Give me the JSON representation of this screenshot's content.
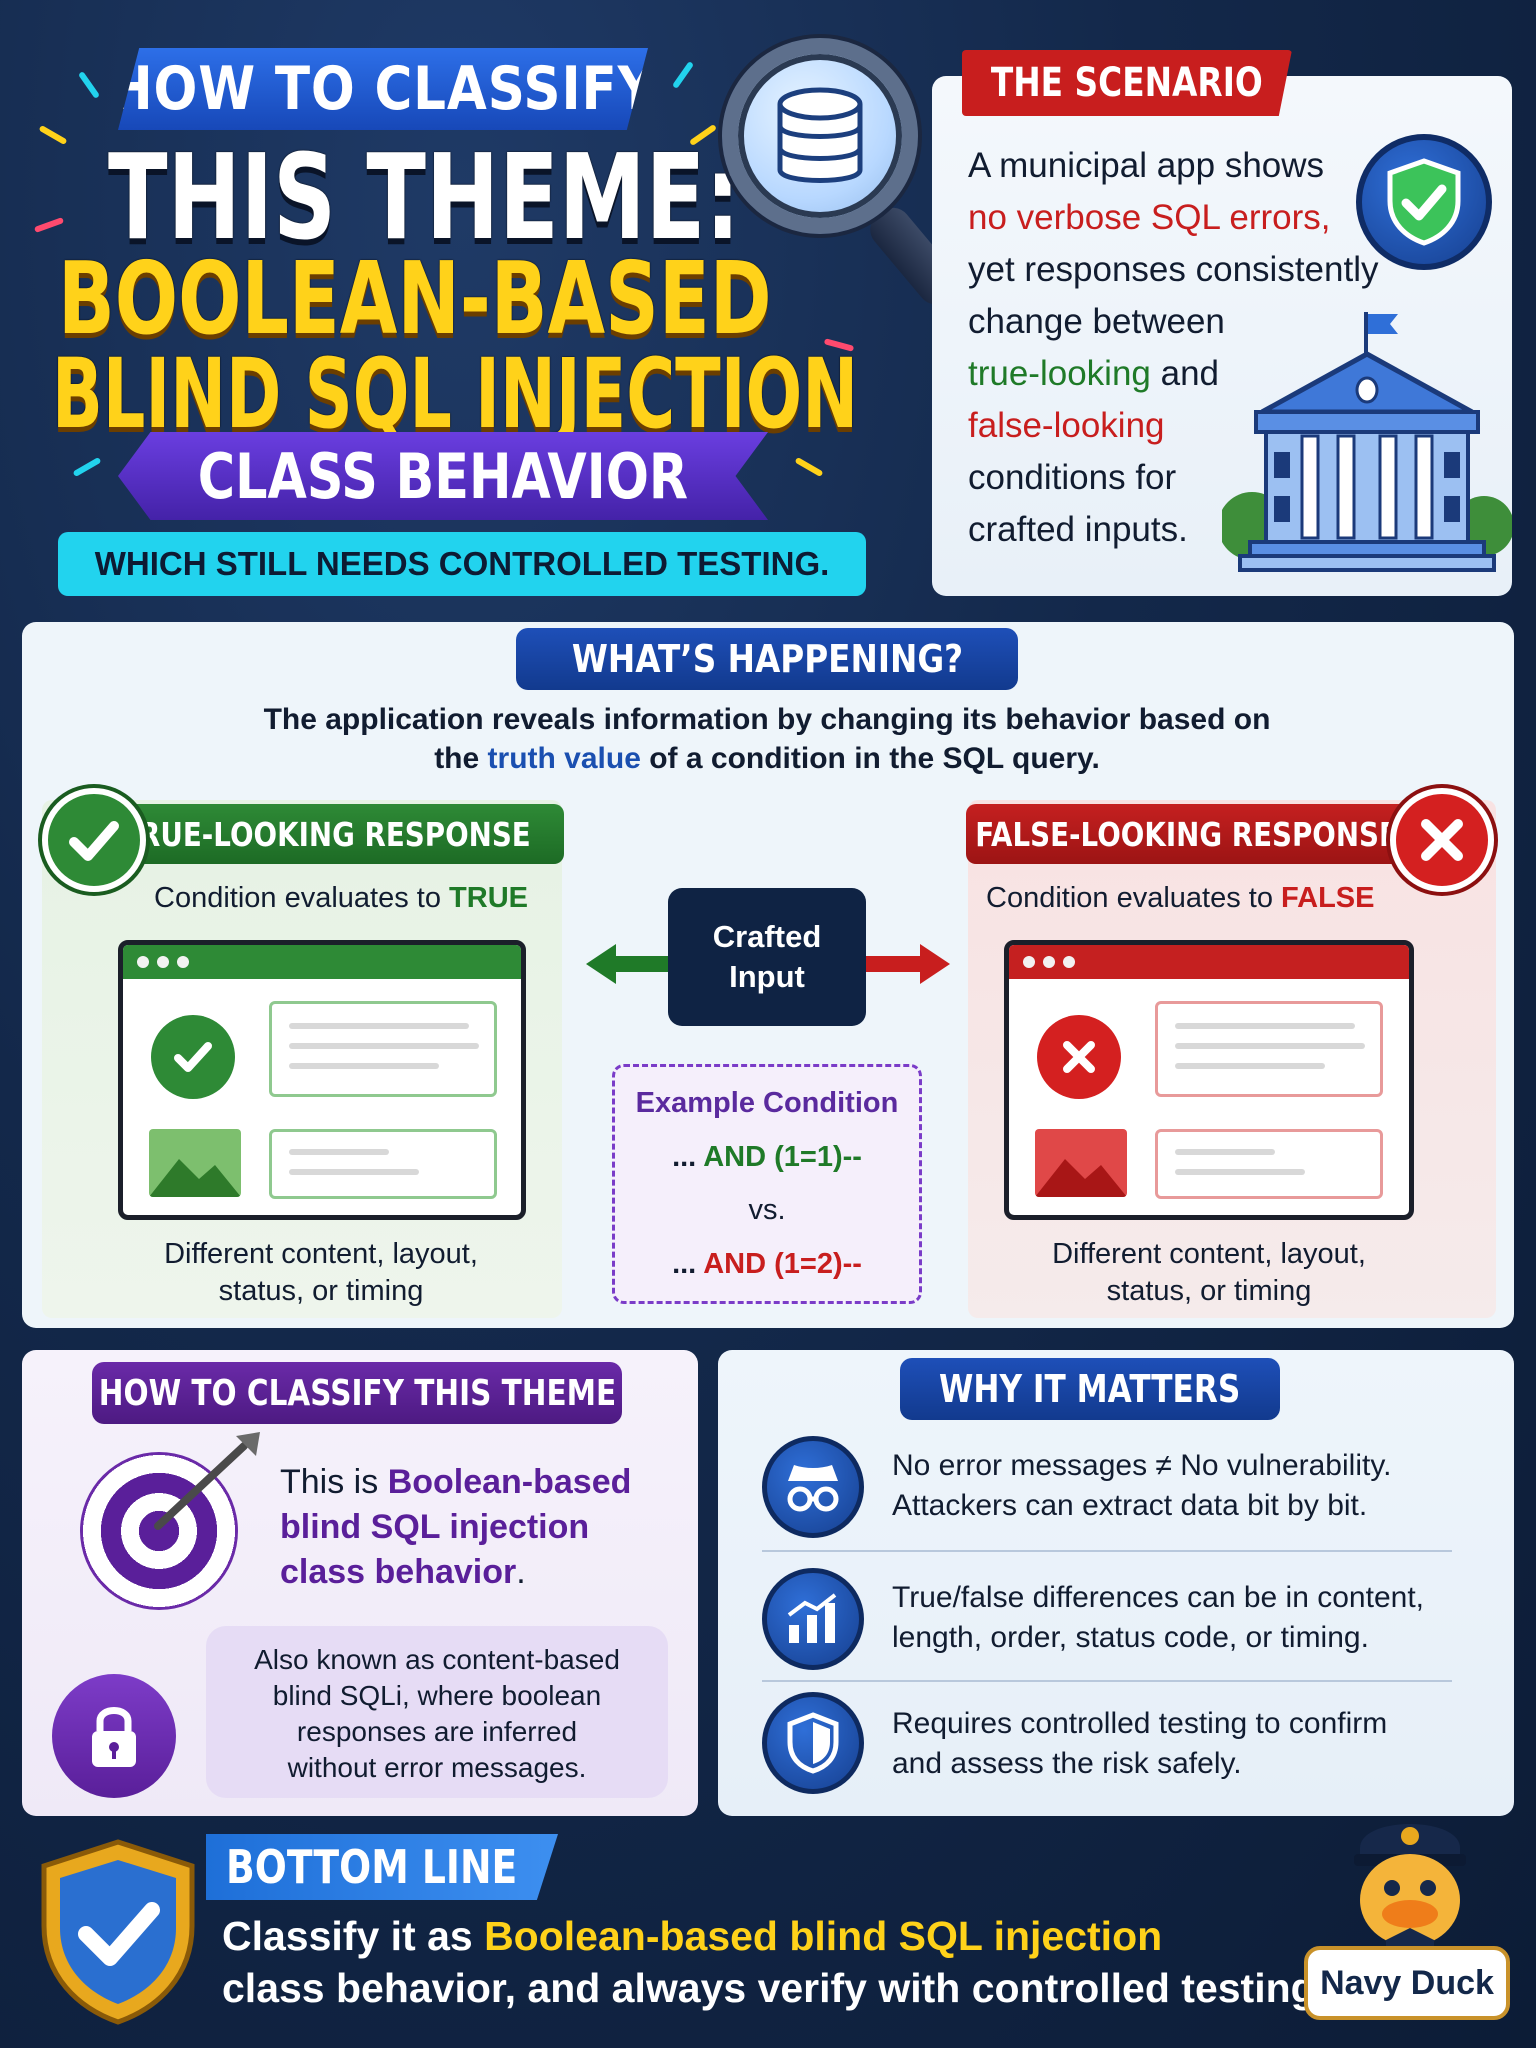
{
  "header": {
    "line1": "HOW TO CLASSIFY",
    "line2": "THIS THEME:",
    "line3": "BOOLEAN-BASED",
    "line4": "BLIND SQL INJECTION",
    "line5": "CLASS BEHAVIOR",
    "line6": "WHICH STILL NEEDS CONTROLLED TESTING."
  },
  "scenario": {
    "tag": "THE SCENARIO",
    "l1": "A municipal app shows",
    "l2": "no verbose SQL errors,",
    "l3": "yet responses consistently",
    "l4": "change between",
    "l5a": "true-looking",
    "l5b": " and",
    "l6": "false-looking",
    "l7": "conditions for",
    "l8": "crafted inputs."
  },
  "whats": {
    "tag": "WHAT’S HAPPENING?",
    "desc1": "The application reveals information by changing its behavior based on",
    "desc2a": "the ",
    "desc2b": "truth value",
    "desc2c": " of a condition in the SQL query.",
    "true_tag": "TRUE-LOOKING RESPONSE",
    "true_cond_a": "Condition evaluates to ",
    "true_cond_b": "TRUE",
    "false_tag": "FALSE-LOOKING RESPONSE",
    "false_cond_a": "Condition evaluates to ",
    "false_cond_b": "FALSE",
    "diff_l1": "Different content, layout,",
    "diff_l2": "status, or timing",
    "crafted_l1": "Crafted",
    "crafted_l2": "Input",
    "example_title": "Example Condition",
    "example_true_a": "... ",
    "example_true_b": "AND (1=1)--",
    "example_vs": "vs.",
    "example_false_a": "... ",
    "example_false_b": "AND (1=2)--"
  },
  "classify": {
    "tag": "HOW TO CLASSIFY THIS THEME",
    "t1": "This is ",
    "t2": "Boolean-based",
    "t3": "blind SQL injection",
    "t4": "class behavior",
    "t5": ".",
    "b1": "Also known as content-based",
    "b2": "blind SQLi, where boolean",
    "b3": "responses are inferred",
    "b4": "without error messages."
  },
  "matters": {
    "tag": "WHY IT MATTERS",
    "i1a": "No error messages ≠ No vulnerability.",
    "i1b": "Attackers can extract data bit by bit.",
    "i2a": "True/false differences can be in content,",
    "i2b": "length, order, status code, or timing.",
    "i3a": "Requires controlled testing to confirm",
    "i3b": "and assess the risk safely."
  },
  "bottom": {
    "tag": "BOTTOM LINE",
    "l1a": "Classify it as ",
    "l1b": "Boolean-based blind SQL injection",
    "l2": "class behavior, and always verify with controlled testing."
  },
  "mascot": {
    "label": "Navy Duck"
  },
  "colors": {
    "true_green": "#2e8a36",
    "false_red": "#c81e1e",
    "accent_blue": "#1e4fb8",
    "accent_purple": "#5a1f9a",
    "highlight_yellow": "#ffd21a"
  },
  "icons": [
    "database-icon",
    "magnifier-icon",
    "shield-check-icon",
    "city-hall-icon",
    "check-icon",
    "x-icon",
    "target-icon",
    "lock-icon",
    "spy-icon",
    "chart-icon",
    "shield-icon",
    "gold-shield-icon",
    "duck-mascot-icon"
  ]
}
